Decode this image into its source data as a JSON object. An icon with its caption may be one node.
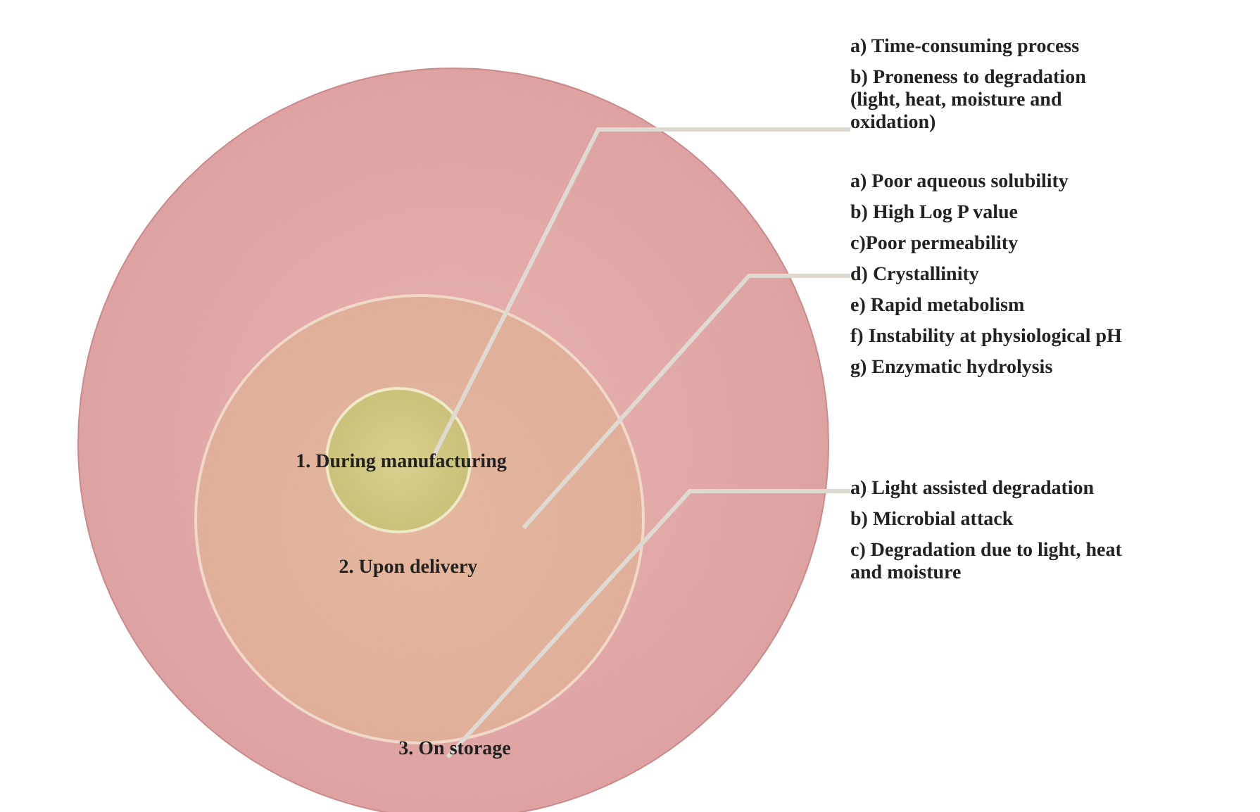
{
  "diagram": {
    "nodes": [
      {
        "text": [
          "3. On storage"
        ]
      },
      {
        "text": [
          "2. Upon delivery"
        ],
        "in": 0
      },
      {
        "text": [
          "1. During manufacturing"
        ],
        "in": 1
      },
      {
        "text": [
          "a) Time-consuming process",
          "b) Proneness to degradation (light, heat, moisture and oxidation)"
        ]
      },
      {
        "text": [
          "a) Poor aqueous solubility",
          "b) High Log P value",
          "c)Poor permeability",
          "d) Crystallinity",
          "e) Rapid metabolism",
          "f) Instability at physiological pH",
          "g) Enzymatic hydrolysis"
        ]
      },
      {
        "text": [
          "a) Light assisted degradation",
          "b) Microbial attack",
          "c) Degradation due to light, heat and moisture"
        ]
      }
    ],
    "edges": [
      {
        "from": 3,
        "to": 2,
        "arrow": "none"
      },
      {
        "from": 4,
        "to": 1,
        "arrow": "none"
      },
      {
        "from": 5,
        "to": 0,
        "arrow": "none"
      }
    ]
  }
}
